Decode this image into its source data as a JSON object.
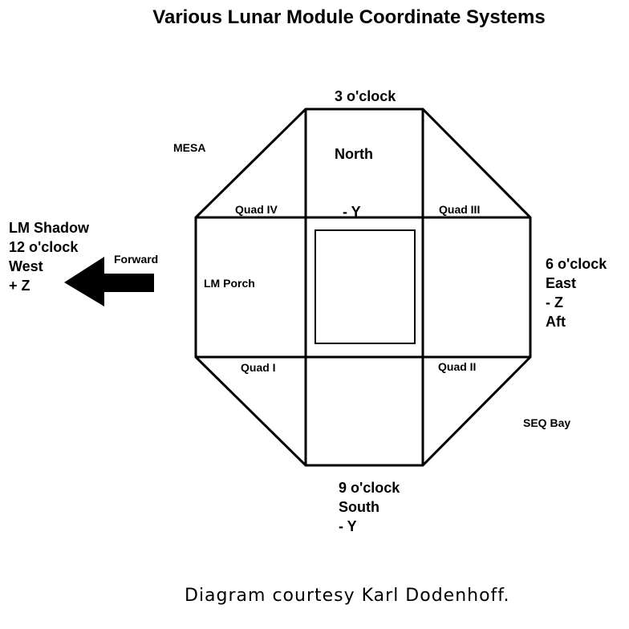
{
  "title": "Various Lunar Module Coordinate Systems",
  "north": [
    "3 o'clock",
    "North",
    "  - Y"
  ],
  "south": [
    "9 o'clock",
    "South",
    "- Y"
  ],
  "west": [
    "LM Shadow",
    "12 o'clock",
    "West",
    "+ Z"
  ],
  "east": [
    "6 o'clock",
    "East",
    "- Z",
    "Aft"
  ],
  "labels": {
    "mesa": "MESA",
    "forward": "Forward",
    "lm_porch": "LM Porch",
    "quad_i": "Quad I",
    "quad_ii": "Quad II",
    "quad_iii": "Quad III",
    "quad_iv": "Quad IV",
    "seq_bay": "SEQ Bay"
  },
  "footer": "Diagram courtesy Karl Dodenhoff."
}
